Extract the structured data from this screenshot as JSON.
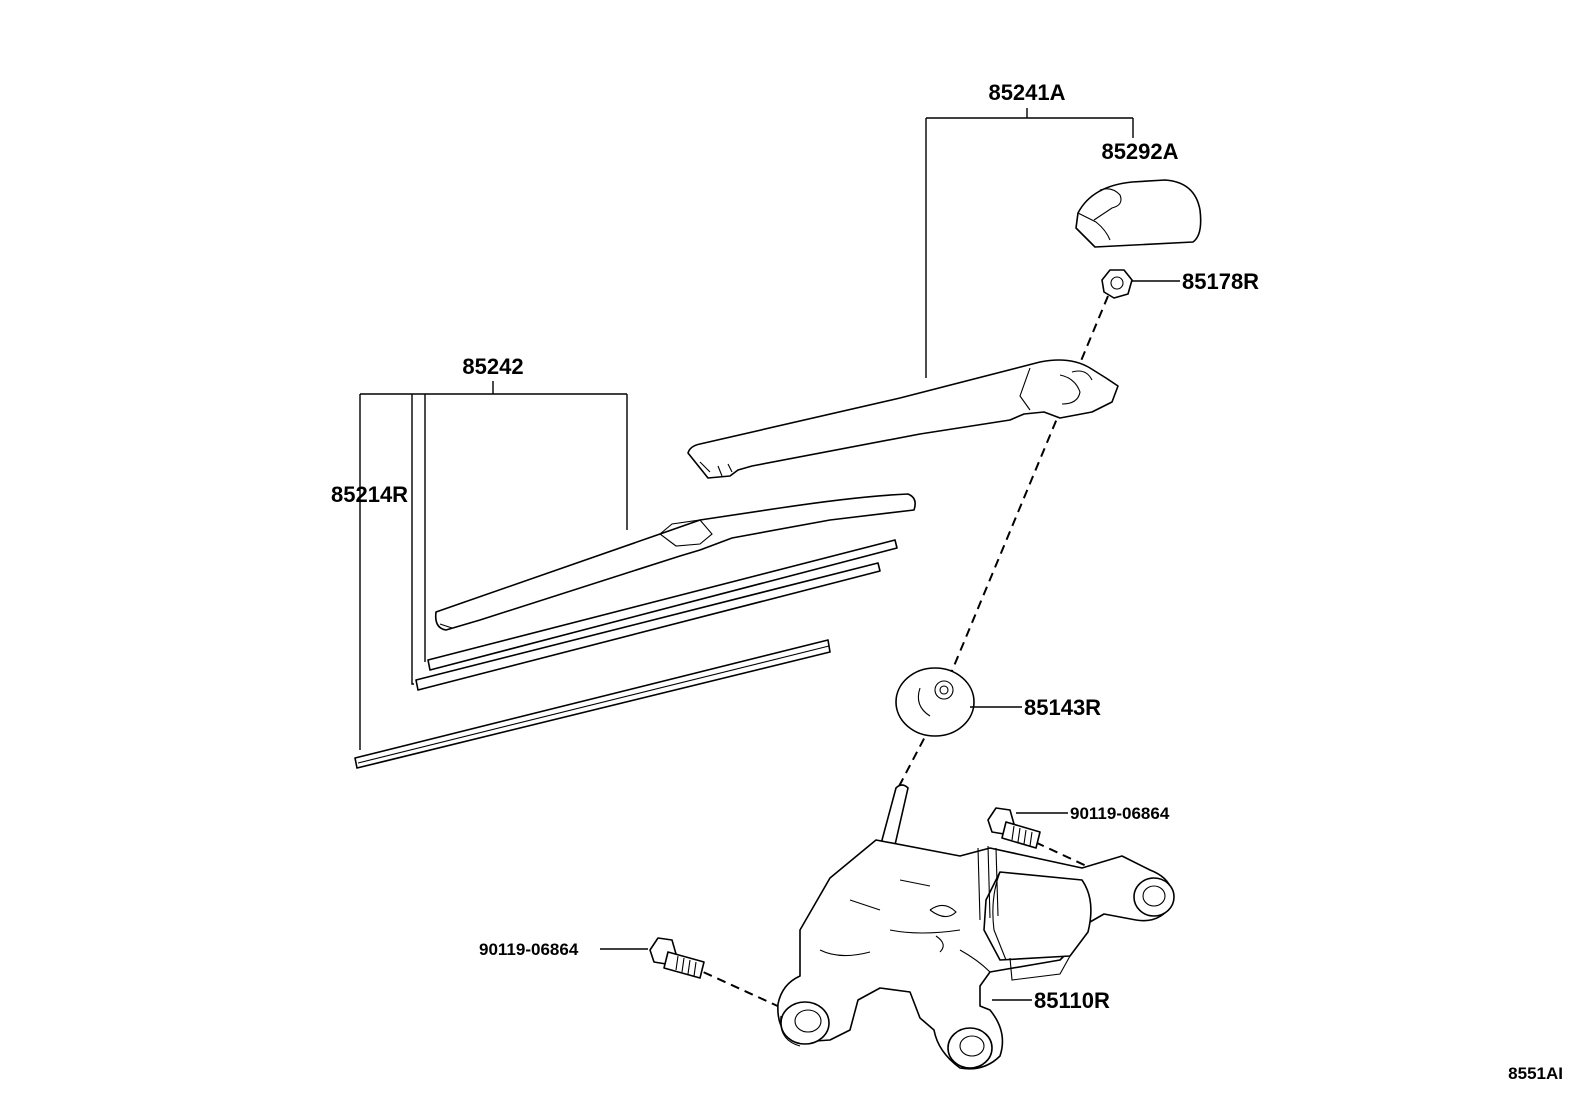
{
  "labels": {
    "arm_assy": "85241A",
    "cap": "85292A",
    "nut": "85178R",
    "blade_assy": "85242",
    "blade_rubber": "85214R",
    "seal": "85143R",
    "bolt_right": "90119-06864",
    "bolt_left": "90119-06864",
    "motor": "85110R",
    "diagram_code": "8551AI"
  }
}
